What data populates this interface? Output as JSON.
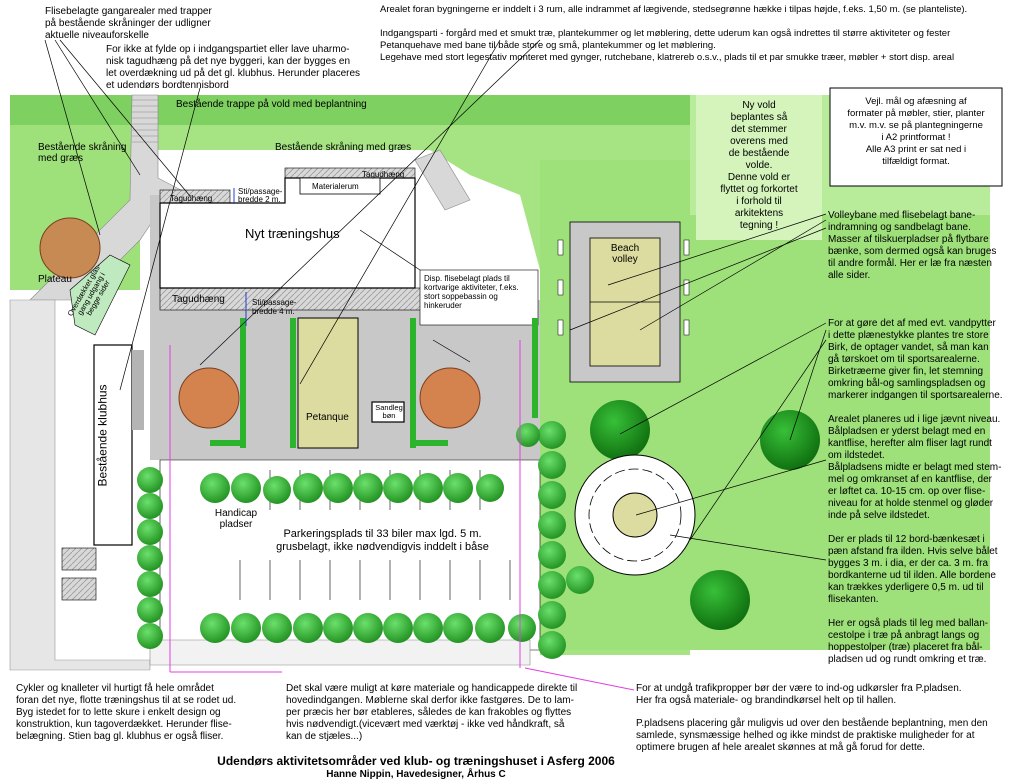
{
  "notes": {
    "top_left_walkways": "Flisebelagte gangarealer med trapper\npå bestående skråninger der udligner\naktuelle niveauforskelle",
    "top_mid_roof": "For ikke at fylde op i indgangspartiet eller lave uharmo-\nnisk tagudhæng på det nye byggeri, kan der bygges en\nlet overdækning ud på det gl. klubhus. Herunder placeres\net udendørs bordtennisbord",
    "top_right_areas": "Arealet foran bygningerne er inddelt i 3 rum, alle indrammet af lægivende, stedsegrønne hække i tilpas højde, f.eks. 1,50 m. (se planteliste).\n\nIndgangsparti - forgård med et smukt træ, plantekummer og let møblering, dette uderum kan også indrettes til større aktiviteter og fester\nPetanquehave med bane til både store og små, plantekummer og let møblering.\nLegehave med stort legestativ monteret med gynger, rutchebane, klatrereb o.s.v., plads til et par smukke træer, møbler + stort disp. areal",
    "top_right_box": "Vejl. mål og afæsning af\nformater på møbler, stier, planter\nm.v. m.v. se på plantegningerne\ni A2 printformat !\nAlle A3 print er sat ned i\ntilfældigt format.",
    "ny_vold": "Ny vold\nbeplantes så\ndet stemmer\noverens med\nde bestående\nvolde.\nDenne vold er\nflyttet og forkortet\ni forhold til\narkitektens\ntegning !",
    "volleyball": "Volleybane med flisebelagt bane-\nindramning og sandbelagt bane.\nMasser af tilskuerpladser på flytbare\nbænke, som dermed også kan bruges\ntil andre formål. Her er læ fra  næsten\nalle sider.",
    "right_col": "For at gøre det af med evt. vandpytter\ni dette plænestykke plantes tre store\nBirk, de optager vandet, så man kan\ngå tørskoet om til sportsarealerne.\nBirketræerne giver fin, let stemning\nomkring bål-og samlingspladsen og\nmarkerer indgangen til sportsarealerne.\n\nArealet planeres ud i lige jævnt niveau.\nBålpladsen er yderst belagt med en\nkantflise, herefter alm fliser lagt rundt\nom ildstedet.\nBålpladsens midte er belagt med stem-\nmel og omkranset af en kantflise, der\ner løftet ca. 10-15 cm. op over flise-\nniveau for at holde stenmel og gløder\ninde på selve ildstedet.\n\nDer er plads til 12 bord-bænkesæt i\npæn afstand fra ilden. Hvis selve bålet\nbygges 3 m. i dia, er der ca. 3 m. fra\nbordkanterne ud til ilden. Alle bordene\nkan trækkes yderligere 0,5 m. ud til\nflisekanten.\n\nHer er også plads til leg  med ballan-\ncestolpe i træ på anbragt langs og\nhoppestolper (træ) placeret fra bål-\npladsen ud og rundt omkring et træ.",
    "bottom_left": "Cykler og knalleter vil hurtigt få hele området\nforan det nye, flotte træningshus til at se rodet ud.\nByg istedet for to lette skure i enkelt design og\nkonstruktion, kun tagoverdækket. Herunder flise-\nbelægning. Stien bag gl. klubhus er også fliser.",
    "bottom_mid": "Det skal være muligt at køre materiale og handicappede direkte til\nhovedindgangen. Møblerne skal derfor ikke fastgøres. De to lam-\nper præcis her bør etableres, således de kan frakobles og flyttes\nhvis nødvendigt.(vicevært med værktøj - ikke ved håndkraft, så\nkan de stjæles...)",
    "bottom_right1": "For at undgå trafikpropper bør der være to ind-og udkørsler fra P.pladsen.\nHer fra også materiale- og brandindkørsel helt op til hallen.",
    "bottom_right2": "P.pladsens placering går muligvis ud over den bestående beplantning, men den\nsamlede, synsmæssige helhed og ikke mindst de praktiske muligheder for at\noptimere brugen af hele arealet skønnes at må gå forud for dette."
  },
  "labels": {
    "trappe_vold": "Bestående trappe  på vold med beplantning",
    "skraaning_graes_left": "Bestående skråning\nmed græs",
    "skraaning_graes_mid": "Bestående skråning med græs",
    "tagudhaeng_top": "Tagudhæng",
    "tagudhaeng_left": "Tagudhæng",
    "materialerum": "Materialerum",
    "sti_2m": "Sti/passage-\nbredde 2 m.",
    "nyt_traeningshus": "Nyt træningshus",
    "tagudhaeng_bottom": "Tagudhæng",
    "sti_4m": "Sti/passage-\nbredde 4 m.",
    "plateau": "Plateau",
    "overdaekket": "Overdækket glas-\ngang udgang i\nbegge sider",
    "disp": "Disp. flisebelagt plads til\nkortvarige aktiviteter, f.eks.\nstort soppebassin og\nhinkeruder",
    "klubhus": "Bestående klubhus",
    "petanque": "Petanque",
    "sandleg": "Sandleg\nbøn",
    "beach": "Beach\nvolley",
    "handicap": "Handicap\npladser",
    "parkering": "Parkeringsplads til 33 biler max lgd. 5 m.\ngrusbelagt, ikke nødvendigvis inddelt i båse"
  },
  "footer": {
    "title": "Udendørs aktivitetsområder ved klub- og træningshuset i Asferg 2006",
    "subtitle": "Hanne Nippin, Havedesigner, Århus C"
  },
  "colors": {
    "grass": "#9ee07a",
    "grass_dark": "#3cc83c",
    "hedge": "#2fa52f",
    "paving": "#c8c8c8",
    "petanque": "#dcdca0",
    "tree_brown": "#d4824e",
    "building": "#ffffff",
    "arrow": "#e040e0"
  }
}
